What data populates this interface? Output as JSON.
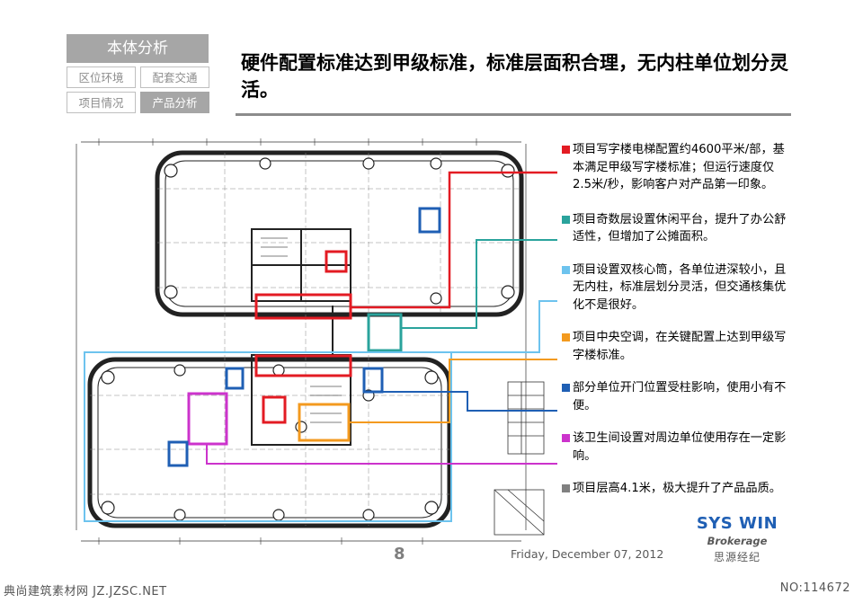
{
  "nav": {
    "header": "本体分析",
    "tabs": [
      "区位环境",
      "配套交通",
      "项目情况",
      "产品分析"
    ],
    "active_index": 3
  },
  "title": "硬件配置标准达到甲级标准，标准层面积合理，无内柱单位划分灵活。",
  "colors": {
    "red": "#e31b23",
    "teal": "#2aa39c",
    "lightblue": "#6dc3ee",
    "orange": "#f39a1f",
    "blue": "#1f5fb4",
    "magenta": "#cc33cc",
    "gray": "#808080"
  },
  "notes": [
    {
      "color": "red",
      "text": "项目写字楼电梯配置约4600平米/部，基本满足甲级写字楼标准；但运行速度仅2.5米/秒，影响客户对产品第一印象。"
    },
    {
      "color": "teal",
      "text": "项目奇数层设置休闲平台，提升了办公舒适性，但增加了公摊面积。"
    },
    {
      "color": "lightblue",
      "text": "项目设置双核心筒，各单位进深较小，且无内柱，标准层划分灵活，但交通核集优化不是很好。"
    },
    {
      "color": "orange",
      "text": "项目中央空调，在关键配置上达到甲级写字楼标准。"
    },
    {
      "color": "blue",
      "text": "部分单位开门位置受柱影响，使用小有不便。"
    },
    {
      "color": "magenta",
      "text": "该卫生间设置对周边单位使用存在一定影响。"
    },
    {
      "color": "gray",
      "text": "项目层高4.1米，极大提升了产品品质。"
    }
  ],
  "page_number": "8",
  "date": "Friday, December 07, 2012",
  "logo": {
    "brand": "SYS WIN",
    "sub": "Brokerage",
    "cn": "思源经纪"
  },
  "footer": {
    "left": "典尚建筑素材网 JZ.JZSC.NET",
    "right": "NO:114672"
  }
}
